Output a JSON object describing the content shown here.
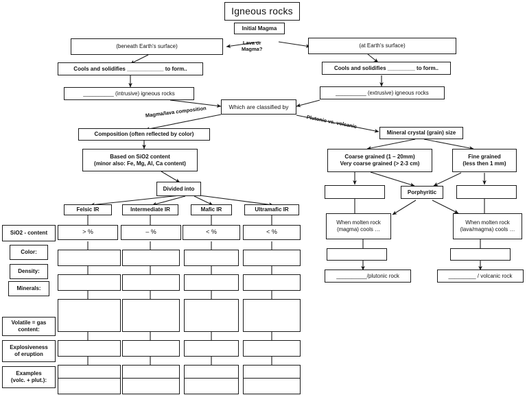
{
  "diagram": {
    "title": "Igneous rocks",
    "type": "flowchart",
    "nodes": {
      "title": "Igneous rocks",
      "initial_magma": "Initial Magma",
      "lava_or_magma": "Lava or\nMagma?",
      "beneath_surface": "(beneath Earth's surface)",
      "at_surface": "(at Earth's surface)",
      "cools_left": "Cools and solidifies ____________ to form..",
      "cools_right": "Cools and solidifies _________ to form..",
      "intrusive": "__________ (intrusive) igneous rocks",
      "extrusive": "__________ (extrusive) igneous rocks",
      "classified_by": "Which are classified by",
      "composition": "Composition (often reflected by color)",
      "based_on_sio2_line1": "Based on SiO2 content",
      "based_on_sio2_line2": "(minor also: Fe, Mg, Al, Ca content)",
      "divided_into": "Divided into",
      "mineral_grain_size": "Mineral crystal (grain) size",
      "coarse_line1": "Coarse grained (1 – 20mm)",
      "coarse_line2": "Very coarse grained (> 2-3 cm)",
      "fine_line1": "Fine grained",
      "fine_line2": "(less then 1 mm)",
      "porphyritic": "Porphyritic",
      "grain_blank_left": "",
      "grain_blank_right": "",
      "molten_left_line1": "When molten rock",
      "molten_left_line2": "(magma) cools …",
      "molten_right_line1": "When molten rock",
      "molten_right_line2": "(lava/magma) cools …",
      "molten_blank_left": "",
      "molten_blank_right": "",
      "plutonic_rock": "__________/plutonic rock",
      "volcanic_rock": "_________ / volcanic rock"
    },
    "edge_labels": {
      "magma_lava_composition": "Magma/lava composition",
      "plutonic_vs_volcanic": "Plutonic vs. volcanic"
    },
    "table": {
      "row_labels": [
        "SiO2 - content",
        "Color:",
        "Density:",
        "Minerals:",
        "Volatile = gas\ncontent:",
        "Explosiveness\nof eruption",
        "Examples\n(volc. + plut.):"
      ],
      "columns": [
        {
          "header": "Felsic   IR",
          "sio2": ">        %"
        },
        {
          "header": "Intermediate IR",
          "sio2": "–        %"
        },
        {
          "header": "Mafic IR",
          "sio2": "<        %"
        },
        {
          "header": "Ultramafic IR",
          "sio2": "<        %"
        }
      ],
      "blank_cell": ""
    },
    "colors": {
      "stroke": "#1a1a1a",
      "text": "#111111",
      "background": "#ffffff"
    }
  }
}
